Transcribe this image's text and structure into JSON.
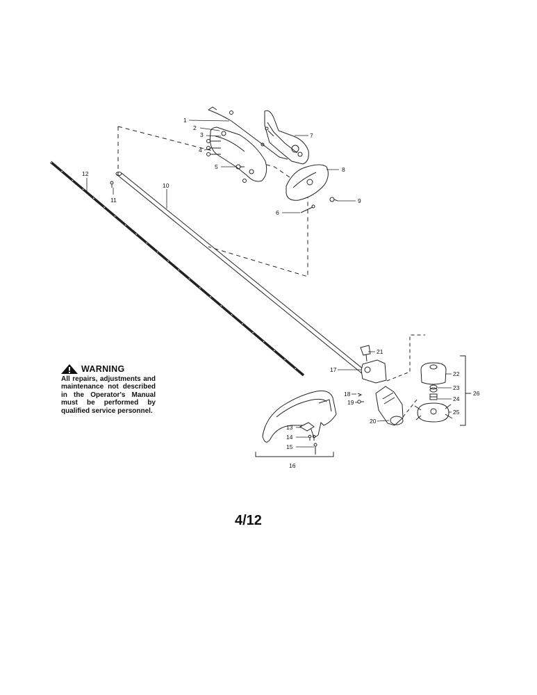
{
  "parts": [
    {
      "id": "part-1",
      "label": "1"
    },
    {
      "id": "part-2",
      "label": "2"
    },
    {
      "id": "part-3",
      "label": "3"
    },
    {
      "id": "part-4",
      "label": "4"
    },
    {
      "id": "part-5",
      "label": "5"
    },
    {
      "id": "part-6",
      "label": "6"
    },
    {
      "id": "part-7",
      "label": "7"
    },
    {
      "id": "part-8",
      "label": "8"
    },
    {
      "id": "part-9",
      "label": "9"
    },
    {
      "id": "part-10",
      "label": "10"
    },
    {
      "id": "part-11",
      "label": "11"
    },
    {
      "id": "part-12",
      "label": "12"
    },
    {
      "id": "part-13",
      "label": "13"
    },
    {
      "id": "part-14",
      "label": "14"
    },
    {
      "id": "part-15",
      "label": "15"
    },
    {
      "id": "part-16",
      "label": "16"
    },
    {
      "id": "part-17",
      "label": "17"
    },
    {
      "id": "part-18",
      "label": "18"
    },
    {
      "id": "part-19",
      "label": "19"
    },
    {
      "id": "part-20",
      "label": "20"
    },
    {
      "id": "part-21",
      "label": "21"
    },
    {
      "id": "part-22",
      "label": "22"
    },
    {
      "id": "part-23",
      "label": "23"
    },
    {
      "id": "part-24",
      "label": "24"
    },
    {
      "id": "part-25",
      "label": "25"
    },
    {
      "id": "part-26",
      "label": "26"
    }
  ],
  "warning": {
    "title": "WARNING",
    "body": "All repairs, adjustments and maintenance not described in the Operator's Manual must be performed by qualified service personnel."
  },
  "page_number": "4/12"
}
